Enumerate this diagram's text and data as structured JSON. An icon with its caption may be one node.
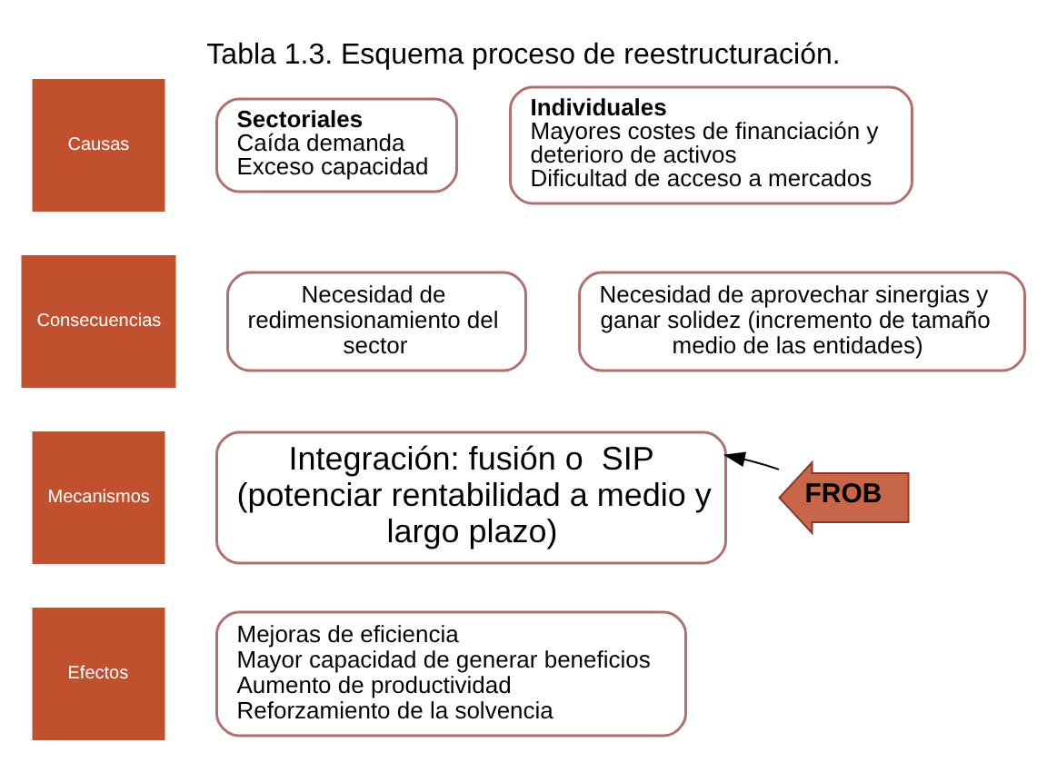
{
  "diagram": {
    "title": "Tabla 1.3. Esquema proceso de reestructuración.",
    "nodes": [
      {
        "text": [
          "Causas"
        ]
      },
      {
        "text": [
          "Sectoriales",
          "Caída demanda",
          "Exceso capacidad"
        ]
      },
      {
        "text": [
          "Individuales",
          "Mayores costes de financiación y deterioro de activos",
          "Dificultad de acceso a mercados"
        ]
      },
      {
        "text": [
          "Consecuencias"
        ]
      },
      {
        "text": [
          "Necesidad de redimensionamiento del sector"
        ]
      },
      {
        "text": [
          "Necesidad de aprovechar sinergias y ganar solidez (incremento de tamaño medio de las entidades)"
        ]
      },
      {
        "text": [
          "Mecanismos"
        ]
      },
      {
        "text": [
          "Integración: fusión o  SIP (potenciar rentabilidad a medio y largo plazo)"
        ]
      },
      {
        "text": [
          "FROB"
        ]
      },
      {
        "text": [
          "Efectos"
        ]
      },
      {
        "text": [
          "Mejoras de eficiencia",
          "Mayor capacidad de generar beneficios",
          "Aumento de productividad",
          "Reforzamiento de la solvencia"
        ]
      }
    ],
    "edges": [
      {
        "from": 8,
        "to": 7,
        "arrow": "to"
      }
    ]
  }
}
